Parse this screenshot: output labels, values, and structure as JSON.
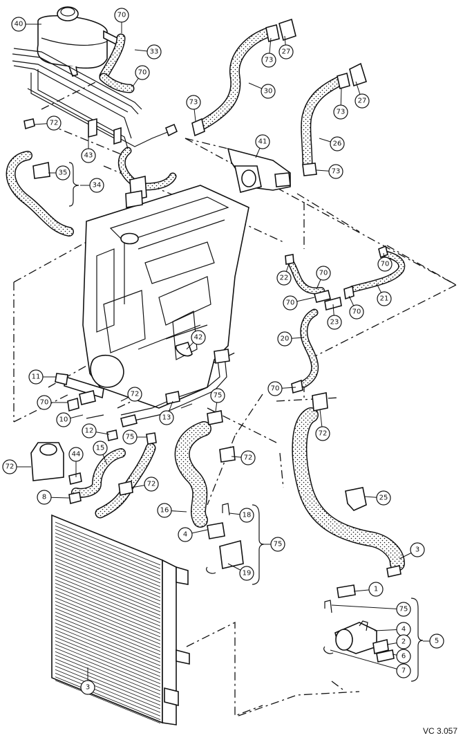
{
  "figure": {
    "reference": "VC 3.057",
    "callouts": [
      {
        "label": "40"
      },
      {
        "label": "70"
      },
      {
        "label": "33"
      },
      {
        "label": "70"
      },
      {
        "label": "73"
      },
      {
        "label": "27"
      },
      {
        "label": "30"
      },
      {
        "label": "73"
      },
      {
        "label": "27"
      },
      {
        "label": "73"
      },
      {
        "label": "72"
      },
      {
        "label": "43"
      },
      {
        "label": "41"
      },
      {
        "label": "26"
      },
      {
        "label": "73"
      },
      {
        "label": "35"
      },
      {
        "label": "34"
      },
      {
        "label": "70"
      },
      {
        "label": "22"
      },
      {
        "label": "70"
      },
      {
        "label": "70"
      },
      {
        "label": "21"
      },
      {
        "label": "70"
      },
      {
        "label": "23"
      },
      {
        "label": "70"
      },
      {
        "label": "42"
      },
      {
        "label": "20"
      },
      {
        "label": "11"
      },
      {
        "label": "70"
      },
      {
        "label": "72"
      },
      {
        "label": "10"
      },
      {
        "label": "75"
      },
      {
        "label": "13"
      },
      {
        "label": "12"
      },
      {
        "label": "75"
      },
      {
        "label": "72"
      },
      {
        "label": "72"
      },
      {
        "label": "44"
      },
      {
        "label": "72"
      },
      {
        "label": "15"
      },
      {
        "label": "25"
      },
      {
        "label": "8"
      },
      {
        "label": "72"
      },
      {
        "label": "16"
      },
      {
        "label": "18"
      },
      {
        "label": "4"
      },
      {
        "label": "75"
      },
      {
        "label": "19"
      },
      {
        "label": "3"
      },
      {
        "label": "1"
      },
      {
        "label": "75"
      },
      {
        "label": "4"
      },
      {
        "label": "5"
      },
      {
        "label": "2"
      },
      {
        "label": "6"
      },
      {
        "label": "7"
      },
      {
        "label": "3"
      },
      {
        "label": "40"
      }
    ]
  }
}
